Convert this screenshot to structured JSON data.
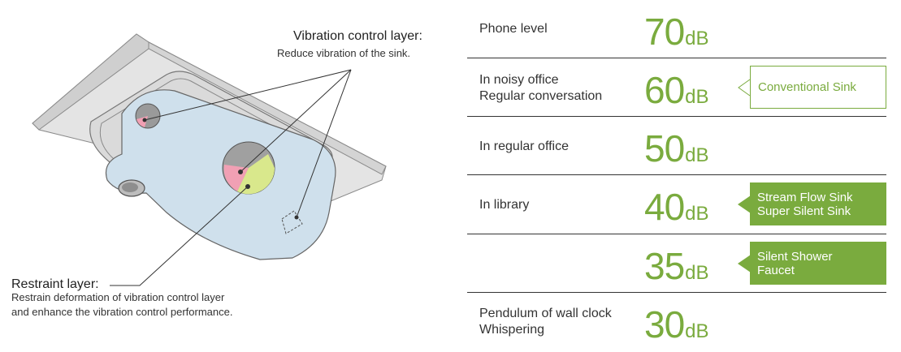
{
  "diagram": {
    "vibration_control": {
      "title": "Vibration control layer:",
      "description": "Reduce vibration of the sink."
    },
    "restraint": {
      "title": "Restraint layer:",
      "description_line1": "Restrain deformation of vibration control layer",
      "description_line2": "and enhance the vibration control performance."
    },
    "colors": {
      "vibration_layer": "#cfe0ec",
      "restraint_marker": "#d9e88c",
      "vibration_marker": "#f1a0b4",
      "steel_panel": "#e2e2e2"
    }
  },
  "levels": [
    {
      "label_line1": "Phone level",
      "label_line2": "",
      "value": "70",
      "unit": "dB"
    },
    {
      "label_line1": "In noisy office",
      "label_line2": "Regular conversation",
      "value": "60",
      "unit": "dB"
    },
    {
      "label_line1": "In regular office",
      "label_line2": "",
      "value": "50",
      "unit": "dB"
    },
    {
      "label_line1": "In library",
      "label_line2": "",
      "value": "40",
      "unit": "dB"
    },
    {
      "label_line1": "",
      "label_line2": "",
      "value": "35",
      "unit": "dB"
    },
    {
      "label_line1": "Pendulum of wall clock",
      "label_line2": "Whispering",
      "value": "30",
      "unit": "dB"
    }
  ],
  "tags": {
    "conventional": {
      "line1": "Conventional Sink"
    },
    "stream_flow": {
      "line1": "Stream Flow Sink",
      "line2": "Super Silent Sink"
    },
    "silent_shower": {
      "line1": "Silent Shower",
      "line2": "Faucet"
    }
  },
  "theme": {
    "accent_green": "#7aab3e",
    "rule_color": "#333333"
  }
}
